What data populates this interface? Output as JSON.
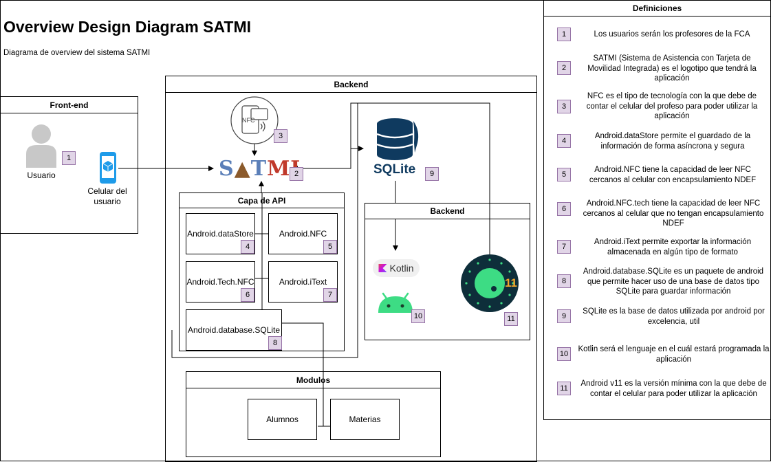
{
  "title": "Overview Design Diagram SATMI",
  "subtitle": "Diagrama de overview del sistema SATMI",
  "frontend": {
    "header": "Front-end",
    "user_label": "Usuario",
    "phone_label": "Celular del usuario",
    "user_badge": "1"
  },
  "backend": {
    "header": "Backend",
    "satmi_logo": "SATMI",
    "satmi_badge": "2",
    "nfc_badge": "3",
    "nfc_icon_text": "NFC",
    "sqlite_label": "SQLite",
    "sqlite_badge": "9"
  },
  "api_layer": {
    "header": "Capa de API",
    "items": [
      {
        "label": "Android.dataStore",
        "badge": "4"
      },
      {
        "label": "Android.NFC",
        "badge": "5"
      },
      {
        "label": "Android.Tech.NFC",
        "badge": "6"
      },
      {
        "label": "Android.iText",
        "badge": "7"
      },
      {
        "label": "Android.database.SQLite",
        "badge": "8"
      }
    ]
  },
  "inner_backend": {
    "header": "Backend",
    "kotlin_label": "Kotlin",
    "kotlin_badge": "10",
    "android11_label": "11",
    "android11_badge": "11"
  },
  "modules": {
    "header": "Modulos",
    "items": [
      "Alumnos",
      "Materias"
    ]
  },
  "definitions": {
    "header": "Definiciones",
    "items": [
      {
        "num": "1",
        "text": "Los usuarios serán los profesores de la FCA"
      },
      {
        "num": "2",
        "text": "SATMI (Sistema de Asistencia con Tarjeta de Movilidad Integrada) es el logotipo que tendrá la aplicación"
      },
      {
        "num": "3",
        "text": "NFC es el tipo de tecnología con la que debe de contar el celular del profeso para poder utilizar la aplicación"
      },
      {
        "num": "4",
        "text": "Android.dataStore permite el guardado de la información de forma asíncrona y segura"
      },
      {
        "num": "5",
        "text": "Android.NFC tiene la capacidad de leer NFC cercanos al celular con encapsulamiento NDEF"
      },
      {
        "num": "6",
        "text": "Android.NFC.tech tiene la capacidad de leer NFC cercanos al celular que no tengan encapsulamiento NDEF"
      },
      {
        "num": "7",
        "text": "Android.iText permite exportar la información almacenada en algún tipo de formato"
      },
      {
        "num": "8",
        "text": "Android.database.SQLite es un paquete de android que permite hacer uso de una base de datos tipo SQLite para guardar información"
      },
      {
        "num": "9",
        "text": "SQLite es la base de datos utilizada por android por excelencia, util"
      },
      {
        "num": "10",
        "text": "Kotlin será el lenguaje en el cuál estará programada la aplicación"
      },
      {
        "num": "11",
        "text": "Android v11 es la versión mínima con la que debe de contar el celular para poder utilizar la aplicación"
      }
    ]
  },
  "colors": {
    "badge_fill": "#e1d5e7",
    "badge_border": "#9673a6",
    "android_green": "#3ddc84",
    "sqlite_blue": "#0f3a5f",
    "kotlin_purple": "#7f52ff",
    "satmi_blue": "#5b7fb8",
    "satmi_red": "#c0392b"
  }
}
